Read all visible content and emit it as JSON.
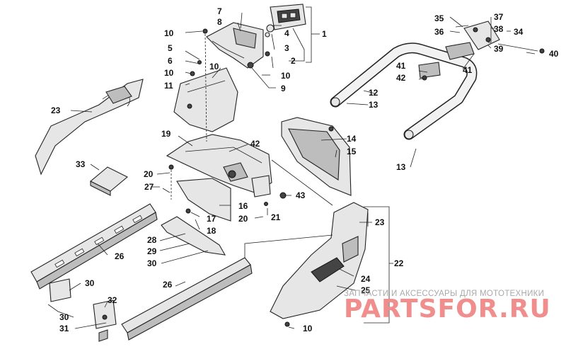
{
  "callouts": [
    {
      "id": "c1",
      "label": "1"
    },
    {
      "id": "c2",
      "label": "2"
    },
    {
      "id": "c3",
      "label": "3"
    },
    {
      "id": "c4",
      "label": "4"
    },
    {
      "id": "c5",
      "label": "5"
    },
    {
      "id": "c6",
      "label": "6"
    },
    {
      "id": "c7",
      "label": "7"
    },
    {
      "id": "c8",
      "label": "8"
    },
    {
      "id": "c9",
      "label": "9"
    },
    {
      "id": "c10a",
      "label": "10"
    },
    {
      "id": "c10b",
      "label": "10"
    },
    {
      "id": "c10c",
      "label": "10"
    },
    {
      "id": "c10d",
      "label": "10"
    },
    {
      "id": "c10e",
      "label": "10"
    },
    {
      "id": "c11",
      "label": "11"
    },
    {
      "id": "c12",
      "label": "12"
    },
    {
      "id": "c13a",
      "label": "13"
    },
    {
      "id": "c13b",
      "label": "13"
    },
    {
      "id": "c14",
      "label": "14"
    },
    {
      "id": "c15",
      "label": "15"
    },
    {
      "id": "c16",
      "label": "16"
    },
    {
      "id": "c17",
      "label": "17"
    },
    {
      "id": "c18",
      "label": "18"
    },
    {
      "id": "c19",
      "label": "19"
    },
    {
      "id": "c20a",
      "label": "20"
    },
    {
      "id": "c20b",
      "label": "20"
    },
    {
      "id": "c21",
      "label": "21"
    },
    {
      "id": "c22",
      "label": "22"
    },
    {
      "id": "c23a",
      "label": "23"
    },
    {
      "id": "c23b",
      "label": "23"
    },
    {
      "id": "c24",
      "label": "24"
    },
    {
      "id": "c25",
      "label": "25"
    },
    {
      "id": "c26a",
      "label": "26"
    },
    {
      "id": "c26b",
      "label": "26"
    },
    {
      "id": "c27",
      "label": "27"
    },
    {
      "id": "c28",
      "label": "28"
    },
    {
      "id": "c29",
      "label": "29"
    },
    {
      "id": "c30a",
      "label": "30"
    },
    {
      "id": "c30b",
      "label": "30"
    },
    {
      "id": "c30c",
      "label": "30"
    },
    {
      "id": "c31",
      "label": "31"
    },
    {
      "id": "c32",
      "label": "32"
    },
    {
      "id": "c33",
      "label": "33"
    },
    {
      "id": "c34",
      "label": "34"
    },
    {
      "id": "c35",
      "label": "35"
    },
    {
      "id": "c36",
      "label": "36"
    },
    {
      "id": "c37",
      "label": "37"
    },
    {
      "id": "c38",
      "label": "38"
    },
    {
      "id": "c39",
      "label": "39"
    },
    {
      "id": "c40",
      "label": "40"
    },
    {
      "id": "c41a",
      "label": "41"
    },
    {
      "id": "c41b",
      "label": "41"
    },
    {
      "id": "c42a",
      "label": "42"
    },
    {
      "id": "c42b",
      "label": "42"
    },
    {
      "id": "c43",
      "label": "43"
    }
  ],
  "watermark": {
    "tagline": "ЗАПЧАСТИ И АКСЕССУАРЫ ДЛЯ МОТОТЕХНИКИ",
    "brand": "PARTSFOR.RU"
  },
  "colors": {
    "watermark_brand": "#f08e8e",
    "watermark_text": "#a8a8a8",
    "ink": "#111111"
  }
}
